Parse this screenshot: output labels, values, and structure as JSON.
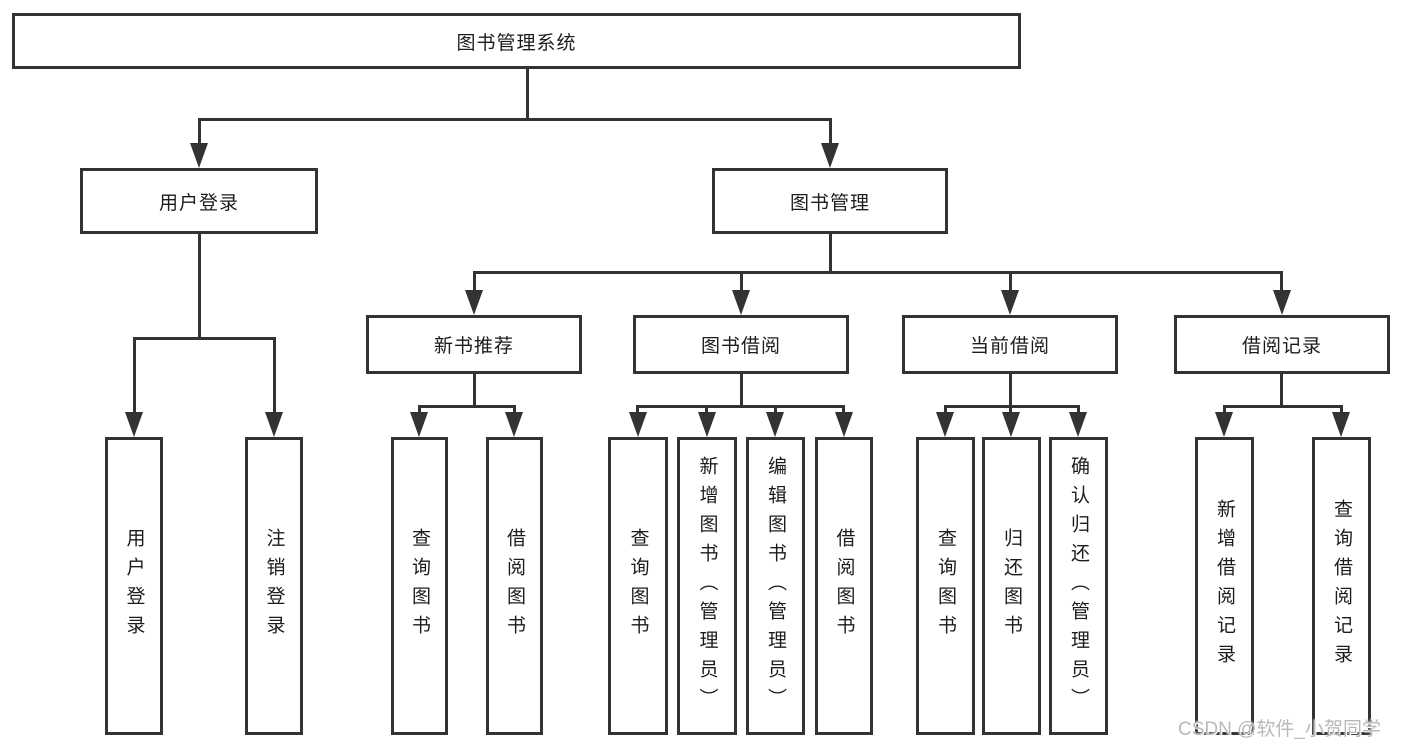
{
  "tree": {
    "label": "图书管理系统",
    "children": [
      {
        "label": "用户登录",
        "children": [
          {
            "label": "用户登录"
          },
          {
            "label": "注销登录"
          }
        ]
      },
      {
        "label": "图书管理",
        "children": [
          {
            "label": "新书推荐",
            "children": [
              {
                "label": "查询图书"
              },
              {
                "label": "借阅图书"
              }
            ]
          },
          {
            "label": "图书借阅",
            "children": [
              {
                "label": "查询图书"
              },
              {
                "label": "新增图书（管理员）"
              },
              {
                "label": "编辑图书（管理员）"
              },
              {
                "label": "借阅图书"
              }
            ]
          },
          {
            "label": "当前借阅",
            "children": [
              {
                "label": "查询图书"
              },
              {
                "label": "归还图书"
              },
              {
                "label": "确认归还（管理员）"
              }
            ]
          },
          {
            "label": "借阅记录",
            "children": [
              {
                "label": "新增借阅记录"
              },
              {
                "label": "查询借阅记录"
              }
            ]
          }
        ]
      }
    ]
  },
  "watermark": "CSDN @软件_小贺同学",
  "colors": {
    "line": "#333333",
    "text": "#1c1c1c",
    "watermark": "#b9b9b9",
    "background": "#ffffff"
  }
}
